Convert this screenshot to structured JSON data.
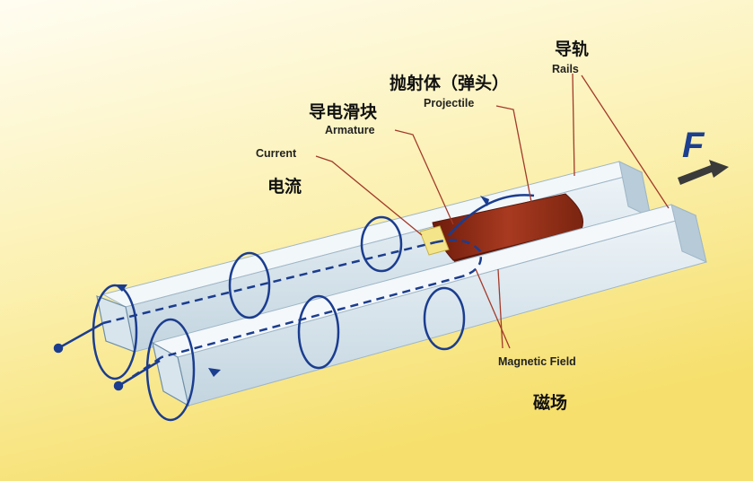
{
  "labels": {
    "rails_cn": "导轨",
    "rails_en": "Rails",
    "projectile_cn": "抛射体（弹头）",
    "projectile_en": "Projectile",
    "armature_cn": "导电滑块",
    "armature_en": "Armature",
    "current_en": "Current",
    "current_cn": "电流",
    "magnetic_field_en": "Magnetic Field",
    "magnetic_field_cn": "磁场",
    "force": "F"
  },
  "colors": {
    "background_top": "#fffdf0",
    "background_bottom": "#f7e37a",
    "rail_light": "#e3edf3",
    "rail_mid": "#c8d9e3",
    "rail_dark": "#a9c0cf",
    "loop": "#1b3d8f",
    "projectile": "#8e2a16",
    "armature": "#f4e58a",
    "leader_line": "#a23a2a"
  }
}
